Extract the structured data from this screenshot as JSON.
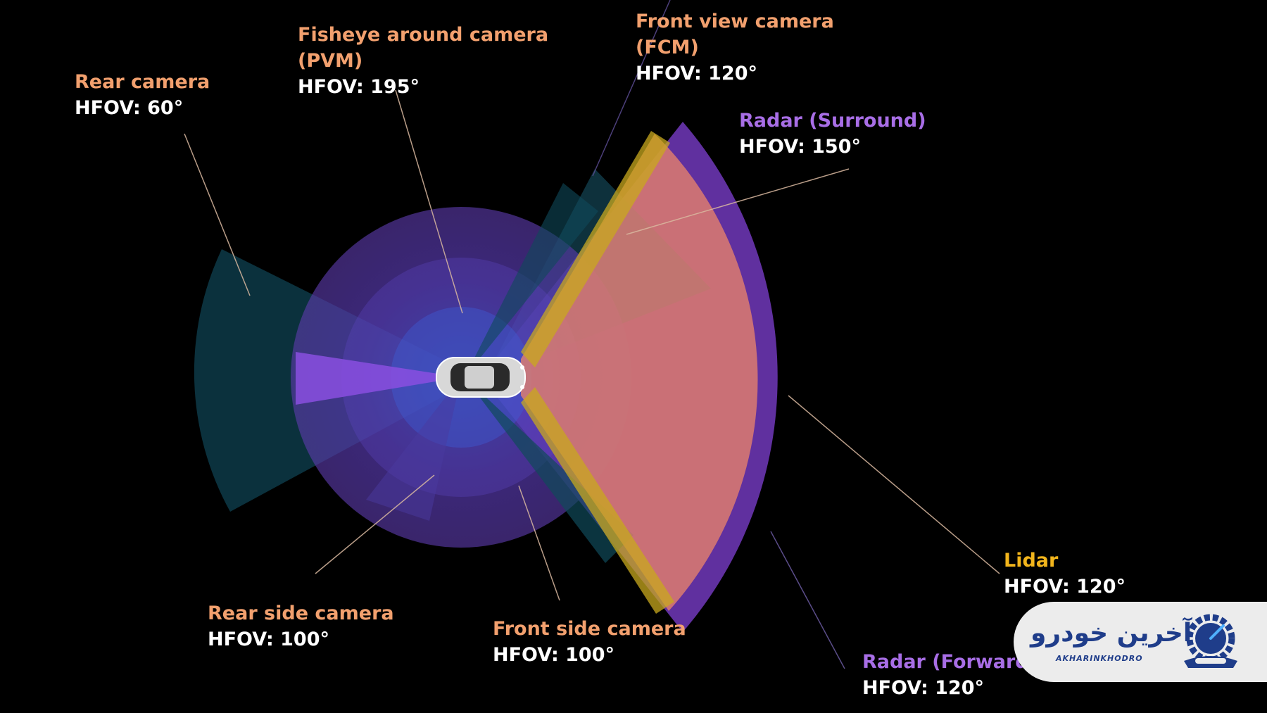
{
  "labels": {
    "rear_camera": {
      "name": "Rear camera",
      "fov": "HFOV: 60°"
    },
    "fisheye": {
      "name_line1": "Fisheye around camera",
      "name_line2": "(PVM)",
      "fov": "HFOV: 195°"
    },
    "front_view": {
      "name_line1": "Front view camera",
      "name_line2": "(FCM)",
      "fov": "HFOV: 120°"
    },
    "radar_surround": {
      "name": "Radar (Surround)",
      "fov": "HFOV: 150°"
    },
    "lidar": {
      "name": "Lidar",
      "fov": "HFOV: 120°"
    },
    "radar_forward": {
      "name": "Radar (Forward)",
      "fov": "HFOV: 120°"
    },
    "rear_side": {
      "name": "Rear side camera",
      "fov": "HFOV: 100°"
    },
    "front_side": {
      "name": "Front side camera",
      "fov": "HFOV: 100°"
    }
  },
  "logo": {
    "text_fa": "آخرین خودرو",
    "text_en": "AKHARINKHODRO"
  },
  "colors": {
    "camera_label": "#f2a06e",
    "radar_label": "#a86ee6",
    "lidar_label": "#f2b51c",
    "radar_forward_fill": "#6a35b0",
    "lidar_fill": "#e8836a",
    "lidar_edge": "#c8a81e",
    "fisheye_fill": "#5a3aa8",
    "rear_camera_fill": "#0d3a48",
    "logo_blue": "#1f3d8a"
  },
  "icons": [
    "car-icon",
    "gear-speedometer-icon"
  ]
}
